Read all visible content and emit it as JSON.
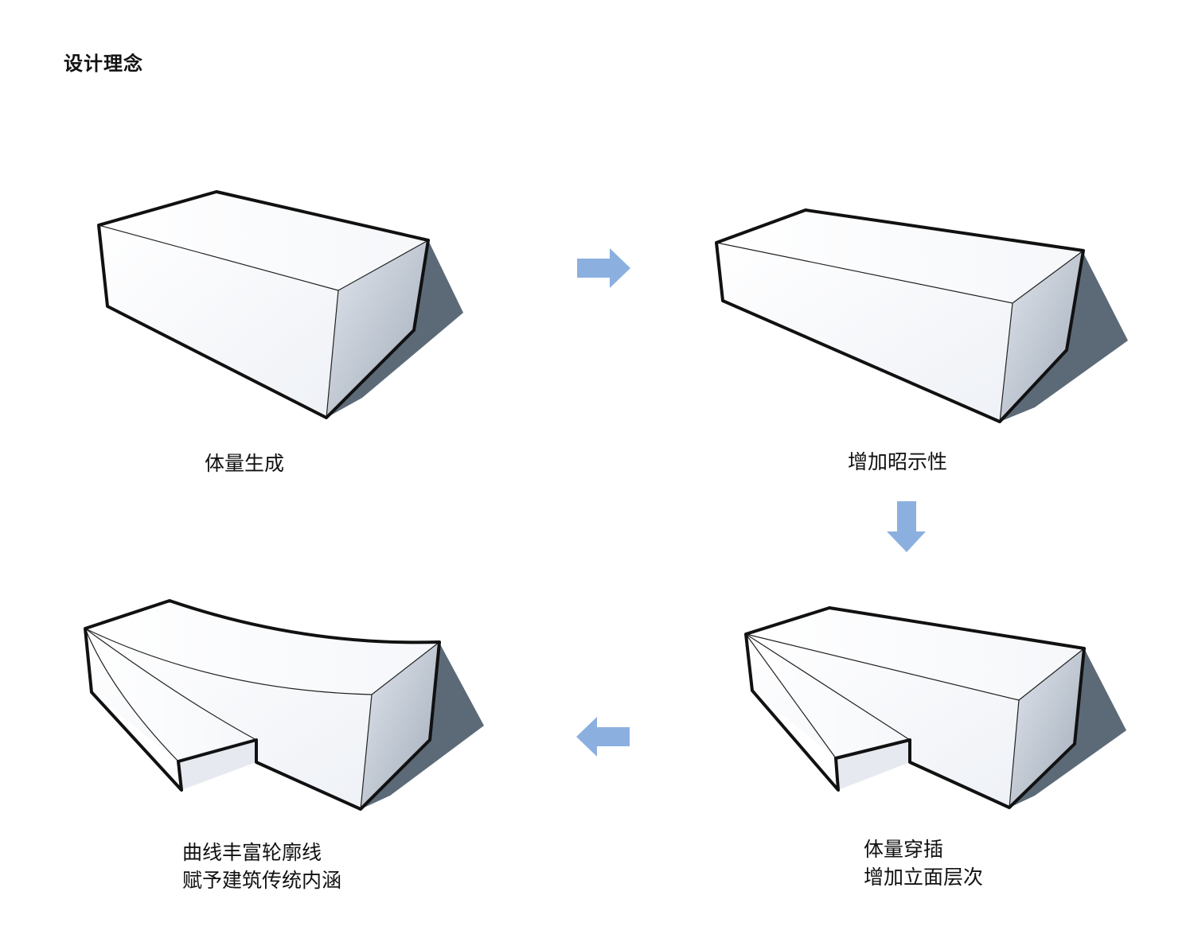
{
  "title": "设计理念",
  "steps": [
    {
      "lines": [
        "体量生成"
      ]
    },
    {
      "lines": [
        "增加昭示性"
      ]
    },
    {
      "lines": [
        "体量穿插",
        "增加立面层次"
      ]
    },
    {
      "lines": [
        "曲线丰富轮廓线",
        "赋予建筑传统内涵"
      ]
    }
  ],
  "flow": [
    "right-arrow",
    "down-arrow",
    "left-arrow"
  ],
  "colors": {
    "arrow": "#8bb0e0",
    "shadow": "#5c6a78",
    "face_top": "#fbfcfe",
    "face_side_light": "#d8dee7",
    "face_side_dark": "#a9b4c2"
  }
}
